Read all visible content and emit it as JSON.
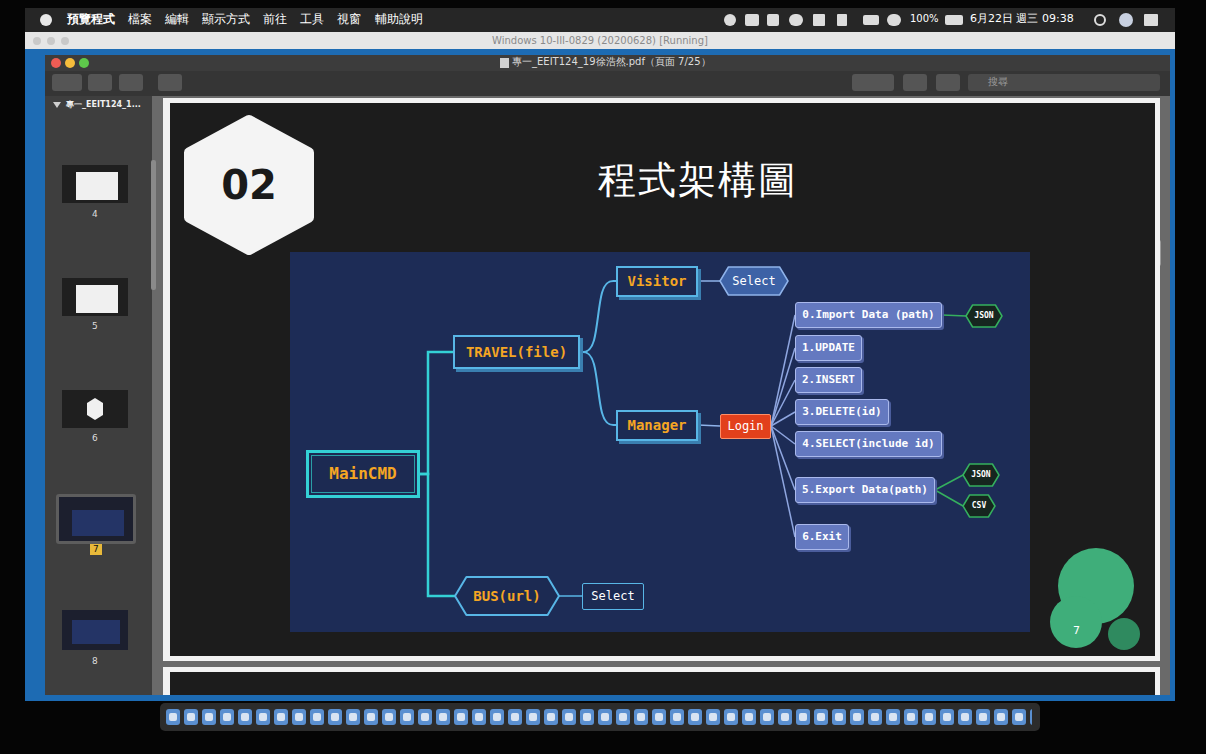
{
  "diagram": {
    "title": "程式架構圖",
    "nodes": [
      {
        "text": [
          "02"
        ]
      },
      {
        "text": [
          "MainCMD"
        ]
      },
      {
        "text": [
          "TRAVEL(file)"
        ]
      },
      {
        "text": [
          "Visitor"
        ]
      },
      {
        "text": [
          "Select"
        ]
      },
      {
        "text": [
          "Manager"
        ]
      },
      {
        "text": [
          "Login"
        ]
      },
      {
        "text": [
          "0.Import Data (path)"
        ]
      },
      {
        "text": [
          "JSON"
        ]
      },
      {
        "text": [
          "1.UPDATE"
        ]
      },
      {
        "text": [
          "2.INSERT"
        ]
      },
      {
        "text": [
          "3.DELETE(id)"
        ]
      },
      {
        "text": [
          "4.SELECT(include id)"
        ]
      },
      {
        "text": [
          "5.Export Data(path)"
        ]
      },
      {
        "text": [
          "JSON"
        ]
      },
      {
        "text": [
          "CSV"
        ]
      },
      {
        "text": [
          "6.Exit"
        ]
      },
      {
        "text": [
          "BUS(url)"
        ]
      },
      {
        "text": [
          "Select"
        ]
      }
    ],
    "edges": [
      {
        "from": 1,
        "to": 2,
        "arrow": "none"
      },
      {
        "from": 1,
        "to": 17,
        "arrow": "none"
      },
      {
        "from": 2,
        "to": 3,
        "arrow": "none"
      },
      {
        "from": 2,
        "to": 5,
        "arrow": "none"
      },
      {
        "from": 3,
        "to": 4,
        "arrow": "none"
      },
      {
        "from": 5,
        "to": 6,
        "arrow": "none"
      },
      {
        "from": 6,
        "to": 7,
        "arrow": "none"
      },
      {
        "from": 6,
        "to": 9,
        "arrow": "none"
      },
      {
        "from": 6,
        "to": 10,
        "arrow": "none"
      },
      {
        "from": 6,
        "to": 11,
        "arrow": "none"
      },
      {
        "from": 6,
        "to": 12,
        "arrow": "none"
      },
      {
        "from": 6,
        "to": 13,
        "arrow": "none"
      },
      {
        "from": 6,
        "to": 16,
        "arrow": "none"
      },
      {
        "from": 7,
        "to": 8,
        "arrow": "none"
      },
      {
        "from": 13,
        "to": 14,
        "arrow": "none"
      },
      {
        "from": 13,
        "to": 15,
        "arrow": "none"
      },
      {
        "from": 17,
        "to": 18,
        "arrow": "none"
      }
    ],
    "labels": [
      "預覽程式",
      "檔案",
      "編輯",
      "顯示方式",
      "前往",
      "工具",
      "視窗",
      "輔助說明",
      "100%",
      "6月22日 週三 09:38",
      "Windows 10-III-0829 (20200628) [Running]",
      "專一_EEIT124_19徐浩然.pdf（頁面 7/25）",
      "專一_EEIT124_1...",
      "搜尋",
      "4",
      "5",
      "6",
      "7",
      "8",
      "7"
    ]
  }
}
